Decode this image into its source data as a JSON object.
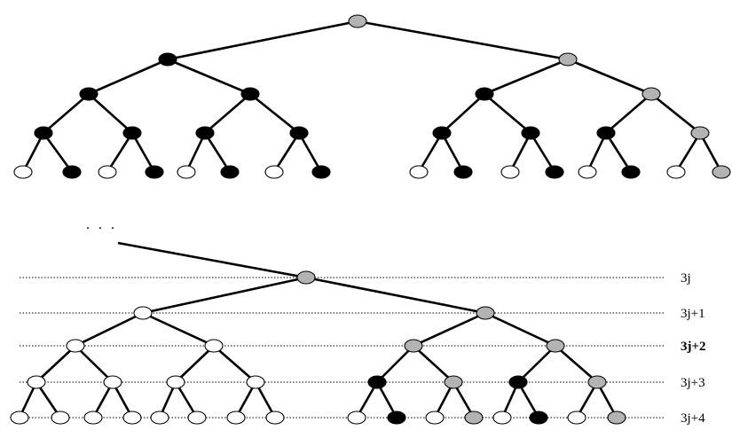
{
  "diagram": {
    "ellipsis": ". . .",
    "level_labels": [
      {
        "text": "3j",
        "bold": false
      },
      {
        "text": "3j+1",
        "bold": false
      },
      {
        "text": "3j+2",
        "bold": true
      },
      {
        "text": "3j+3",
        "bold": false
      },
      {
        "text": "3j+4",
        "bold": false
      }
    ],
    "colors": {
      "black": "#000000",
      "gray": "#b3b3b3",
      "white": "#ffffff"
    },
    "top_tree": {
      "root": "gray",
      "children": [
        {
          "color": "black",
          "children": [
            {
              "color": "black",
              "children": [
                {
                  "color": "black",
                  "children": [
                    {
                      "color": "white"
                    },
                    {
                      "color": "black"
                    }
                  ]
                },
                {
                  "color": "black",
                  "children": [
                    {
                      "color": "white"
                    },
                    {
                      "color": "black"
                    }
                  ]
                }
              ]
            },
            {
              "color": "black",
              "children": [
                {
                  "color": "black",
                  "children": [
                    {
                      "color": "white"
                    },
                    {
                      "color": "black"
                    }
                  ]
                },
                {
                  "color": "black",
                  "children": [
                    {
                      "color": "white"
                    },
                    {
                      "color": "black"
                    }
                  ]
                }
              ]
            }
          ]
        },
        {
          "color": "gray",
          "children": [
            {
              "color": "black",
              "children": [
                {
                  "color": "black",
                  "children": [
                    {
                      "color": "white"
                    },
                    {
                      "color": "black"
                    }
                  ]
                },
                {
                  "color": "black",
                  "children": [
                    {
                      "color": "white"
                    },
                    {
                      "color": "black"
                    }
                  ]
                }
              ]
            },
            {
              "color": "gray",
              "children": [
                {
                  "color": "black",
                  "children": [
                    {
                      "color": "white"
                    },
                    {
                      "color": "black"
                    }
                  ]
                },
                {
                  "color": "gray",
                  "children": [
                    {
                      "color": "white"
                    },
                    {
                      "color": "gray"
                    }
                  ]
                }
              ]
            }
          ]
        }
      ]
    },
    "bottom_tree": {
      "root": "gray",
      "children": [
        {
          "color": "white",
          "children": [
            {
              "color": "white",
              "children": [
                {
                  "color": "white",
                  "children": [
                    {
                      "color": "white"
                    },
                    {
                      "color": "white"
                    }
                  ]
                },
                {
                  "color": "white",
                  "children": [
                    {
                      "color": "white"
                    },
                    {
                      "color": "white"
                    }
                  ]
                }
              ]
            },
            {
              "color": "white",
              "children": [
                {
                  "color": "white",
                  "children": [
                    {
                      "color": "white"
                    },
                    {
                      "color": "white"
                    }
                  ]
                },
                {
                  "color": "white",
                  "children": [
                    {
                      "color": "white"
                    },
                    {
                      "color": "white"
                    }
                  ]
                }
              ]
            }
          ]
        },
        {
          "color": "gray",
          "children": [
            {
              "color": "gray",
              "children": [
                {
                  "color": "black",
                  "children": [
                    {
                      "color": "white"
                    },
                    {
                      "color": "black"
                    }
                  ]
                },
                {
                  "color": "gray",
                  "children": [
                    {
                      "color": "white"
                    },
                    {
                      "color": "gray"
                    }
                  ]
                }
              ]
            },
            {
              "color": "gray",
              "children": [
                {
                  "color": "black",
                  "children": [
                    {
                      "color": "white"
                    },
                    {
                      "color": "black"
                    }
                  ]
                },
                {
                  "color": "gray",
                  "children": [
                    {
                      "color": "white"
                    },
                    {
                      "color": "gray"
                    }
                  ]
                }
              ]
            }
          ]
        }
      ]
    }
  }
}
